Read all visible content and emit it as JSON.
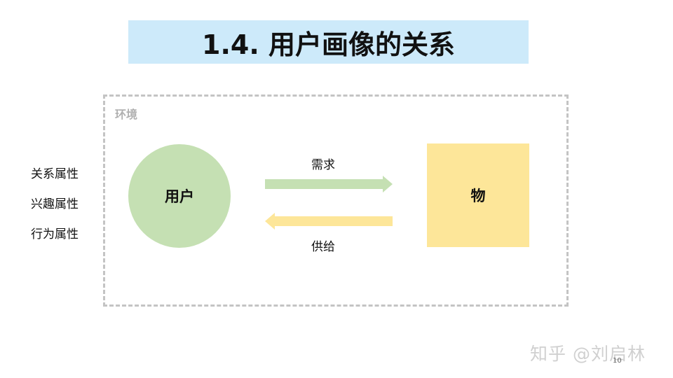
{
  "title": "1.4. 用户画像的关系",
  "environment": {
    "label": "环境"
  },
  "attributes": [
    "关系属性",
    "兴趣属性",
    "行为属性"
  ],
  "nodes": {
    "user": "用户",
    "thing": "物"
  },
  "edges": {
    "demand": {
      "label": "需求",
      "direction": "user-to-thing",
      "color": "#c5e0b3"
    },
    "supply": {
      "label": "供给",
      "direction": "thing-to-user",
      "color": "#fde699"
    }
  },
  "colors": {
    "title_bg": "#cdeafa",
    "user_fill": "#c5e0b3",
    "thing_fill": "#fde699",
    "env_border": "#c4c4c4"
  },
  "watermark": "知乎 @刘启林",
  "page_number": "10"
}
